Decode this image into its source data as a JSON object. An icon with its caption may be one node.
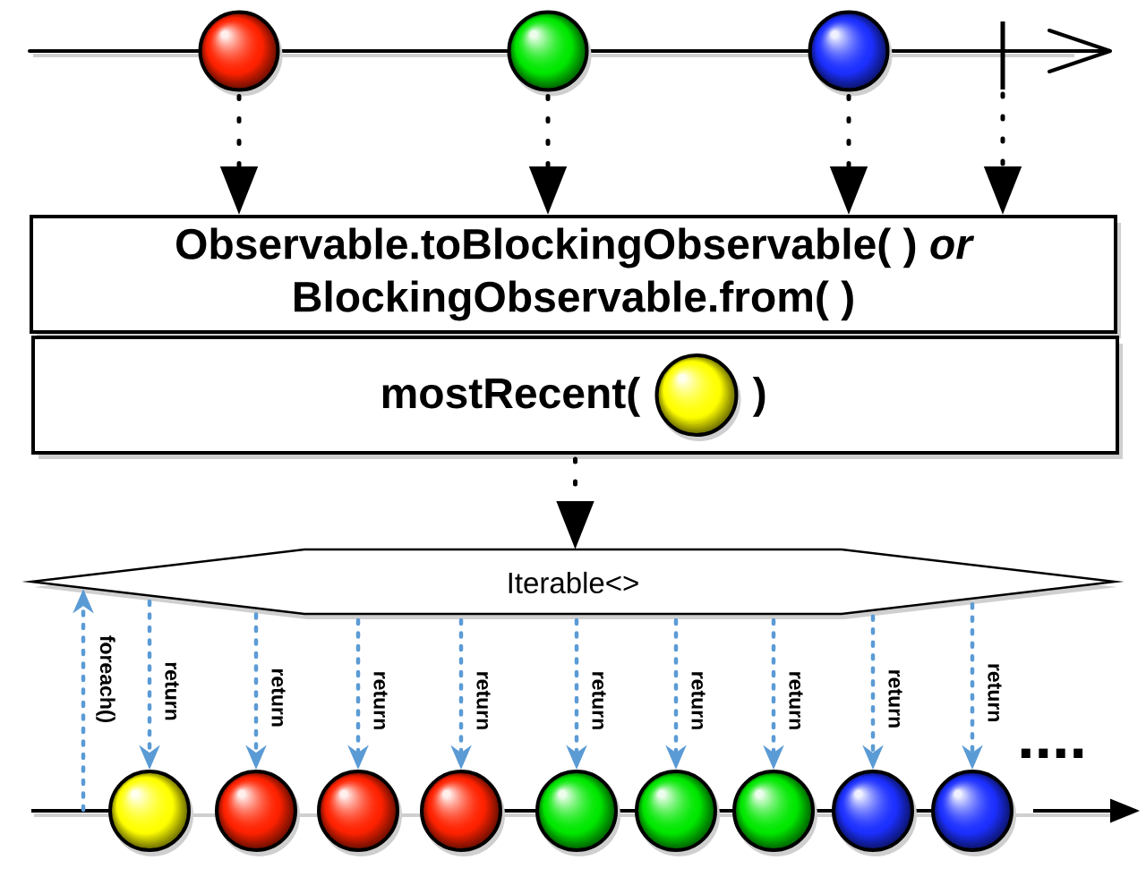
{
  "diagram": {
    "nodes": [
      {
        "text": [],
        "shape": "circle"
      },
      {
        "text": [],
        "shape": "circle"
      },
      {
        "text": [],
        "shape": "circle"
      },
      {
        "text": [],
        "shape": "bar"
      },
      {
        "text": [
          "Observable.toBlockingObservable( ) *or* BlockingObservable.from( )"
        ]
      },
      {
        "text": [
          "mostRecent(",
          ")"
        ]
      },
      {
        "text": [],
        "shape": "circle",
        "in": 5
      },
      {
        "text": [
          "Iterable<>"
        ]
      },
      {
        "text": [],
        "shape": "circle"
      },
      {
        "text": [],
        "shape": "circle"
      },
      {
        "text": [],
        "shape": "circle"
      },
      {
        "text": [],
        "shape": "circle"
      },
      {
        "text": [],
        "shape": "circle"
      },
      {
        "text": [],
        "shape": "circle"
      },
      {
        "text": [],
        "shape": "circle"
      },
      {
        "text": [],
        "shape": "circle"
      },
      {
        "text": [],
        "shape": "circle"
      }
    ],
    "edges": [
      {
        "from": 0,
        "to": 4,
        "arrow": "to",
        "style": "dashed",
        "color": "#000000"
      },
      {
        "from": 1,
        "to": 4,
        "arrow": "to",
        "style": "dashed",
        "color": "#000000"
      },
      {
        "from": 2,
        "to": 4,
        "arrow": "to",
        "style": "dashed",
        "color": "#000000"
      },
      {
        "from": 3,
        "to": 4,
        "arrow": "to",
        "style": "dashed",
        "color": "#000000"
      },
      {
        "from": 5,
        "to": 7,
        "arrow": "to",
        "style": "dashed",
        "color": "#000000"
      },
      {
        "from": null,
        "to": 7,
        "arrow": "to",
        "label": "foreach()",
        "style": "dashed"
      },
      {
        "from": 7,
        "to": 8,
        "arrow": "to",
        "label": "return",
        "style": "dashed"
      },
      {
        "from": 7,
        "to": 9,
        "arrow": "to",
        "label": "return",
        "style": "dashed"
      },
      {
        "from": 7,
        "to": 10,
        "arrow": "to",
        "label": "return",
        "style": "dashed"
      },
      {
        "from": 7,
        "to": 11,
        "arrow": "to",
        "label": "return",
        "style": "dashed"
      },
      {
        "from": 7,
        "to": 12,
        "arrow": "to",
        "label": "return",
        "style": "dashed"
      },
      {
        "from": 7,
        "to": 13,
        "arrow": "to",
        "label": "return",
        "style": "dashed"
      },
      {
        "from": 7,
        "to": 14,
        "arrow": "to",
        "label": "return",
        "style": "dashed"
      },
      {
        "from": 7,
        "to": 15,
        "arrow": "to",
        "label": "return",
        "style": "dashed"
      },
      {
        "from": 7,
        "to": 16,
        "arrow": "to",
        "label": "return",
        "style": "dashed"
      }
    ],
    "labels": [
      "...."
    ]
  }
}
